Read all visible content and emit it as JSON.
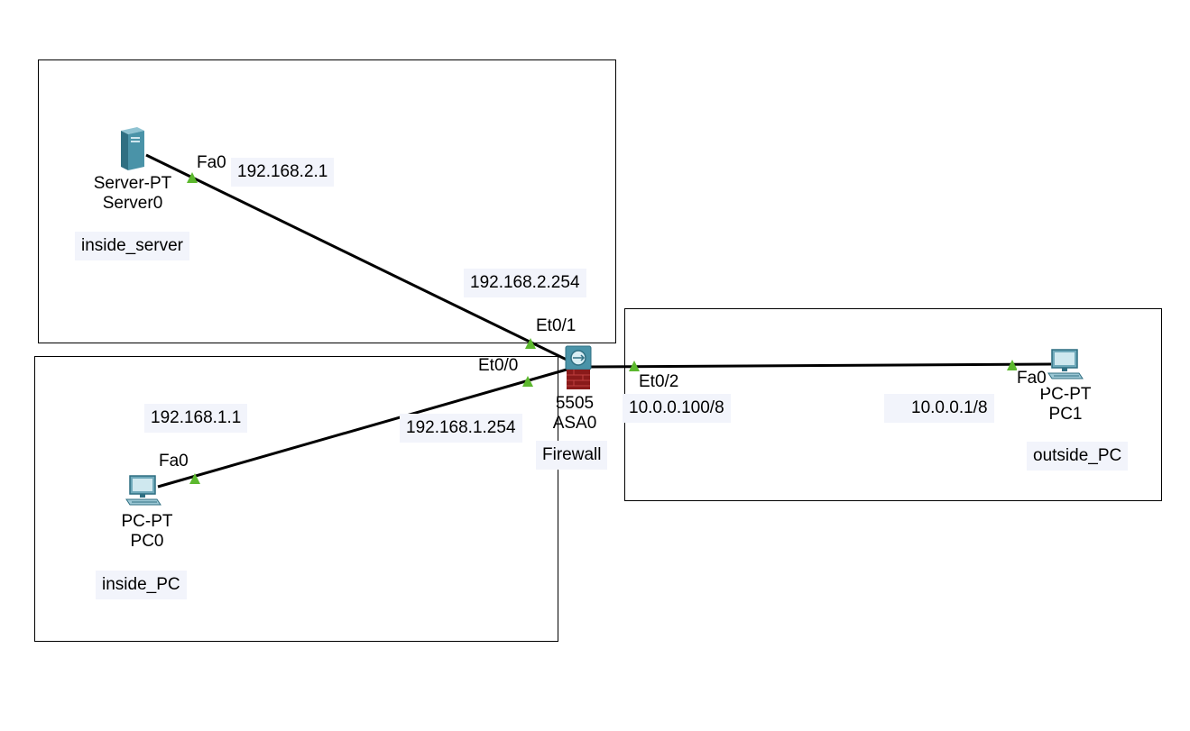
{
  "zones": {
    "inside_server": {
      "note": "inside_server"
    },
    "inside_pc": {
      "note": "inside_PC"
    },
    "outside": {
      "note": "outside_PC"
    }
  },
  "devices": {
    "server0": {
      "model": "Server-PT",
      "name": "Server0",
      "icon": "server-icon"
    },
    "pc0": {
      "model": "PC-PT",
      "name": "PC0",
      "icon": "pc-icon"
    },
    "pc1": {
      "model": "PC-PT",
      "name": "PC1",
      "icon": "pc-icon"
    },
    "asa0": {
      "model": "5505",
      "name": "ASA0",
      "role": "Firewall",
      "icon": "firewall-icon"
    }
  },
  "ports": {
    "server0_fa0": "Fa0",
    "pc0_fa0": "Fa0",
    "pc1_fa0": "Fa0",
    "asa_et0_1": "Et0/1",
    "asa_et0_0": "Et0/0",
    "asa_et0_2": "Et0/2"
  },
  "addresses": {
    "server0": "192.168.2.1",
    "asa_inside_server": "192.168.2.254",
    "pc0": "192.168.1.1",
    "asa_inside_pc": "192.168.1.254",
    "asa_outside": "10.0.0.100/8",
    "pc1": "10.0.0.1/8"
  },
  "colors": {
    "link": "#000000",
    "link_up": "#5cb82e",
    "device_teal": "#4a93a8",
    "firewall_red": "#8a1a1a",
    "note_bg": "#f2f4fb"
  }
}
